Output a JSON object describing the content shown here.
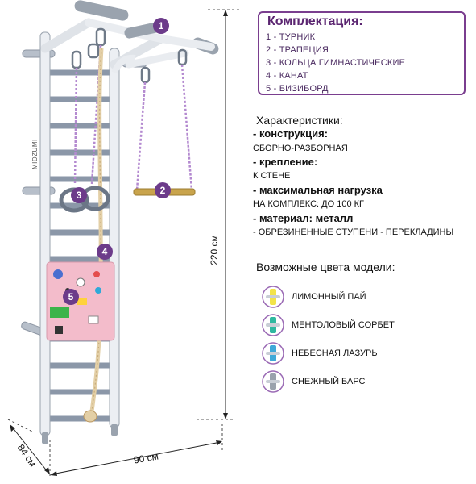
{
  "illustration": {
    "brand": "MIDZUMI",
    "height_label": "220 см",
    "width_label": "90 см",
    "depth_label": "84 см",
    "markers": [
      "1",
      "2",
      "3",
      "4",
      "5"
    ]
  },
  "kit": {
    "title": "Комплектация:",
    "items": [
      "1 - ТУРНИК",
      "2 - ТРАПЕЦИЯ",
      "3 - КОЛЬЦА ГИМНАСТИЧЕСКИЕ",
      "4 - КАНАТ",
      "5 - БИЗИБОРД"
    ]
  },
  "specs": {
    "heading": "Характеристики:",
    "construction_label": "- конструкция:",
    "construction_value": "СБОРНО-РАЗБОРНАЯ",
    "mount_label": "- крепление:",
    "mount_value": "К СТЕНЕ",
    "load_label": "- максимальная нагрузка",
    "load_value": "НА КОМПЛЕКС: ДО 100 КГ",
    "material_label": "- материал: металл",
    "material_value": "- ОБРЕЗИНЕННЫЕ СТУПЕНИ - ПЕРЕКЛАДИНЫ"
  },
  "colors": {
    "heading": "Возможные цвета модели:",
    "options": [
      {
        "name": "ЛИМОННЫЙ ПАЙ",
        "accent": "#f2e34a"
      },
      {
        "name": "МЕНТОЛОВЫЙ СОРБЕТ",
        "accent": "#2fb8a0"
      },
      {
        "name": "НЕБЕСНАЯ ЛАЗУРЬ",
        "accent": "#3fa9d8"
      },
      {
        "name": "СНЕЖНЫЙ БАРС",
        "accent": "#9aa2ad"
      }
    ],
    "ring_color": "#9b6bb5"
  }
}
